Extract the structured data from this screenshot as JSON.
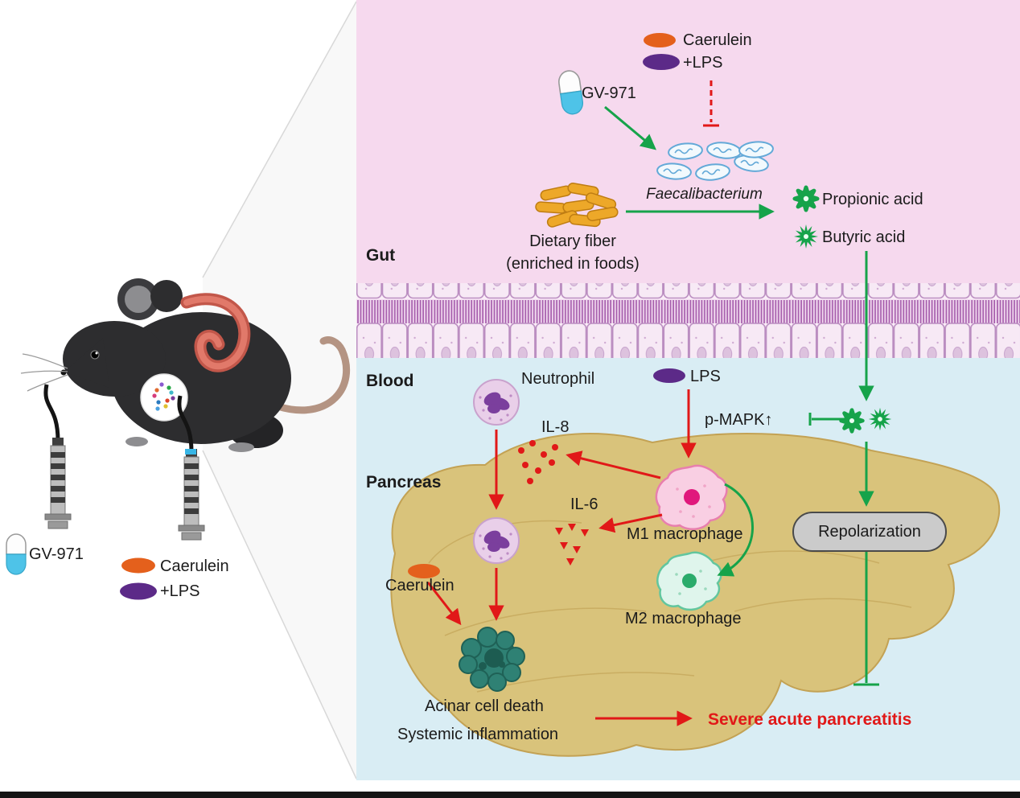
{
  "figure": {
    "left": {
      "gv971": "GV-971",
      "caerulein": "Caerulein",
      "lps": "+LPS"
    },
    "gut": {
      "section": "Gut",
      "caerulein": "Caerulein",
      "lps": "+LPS",
      "gv971": "GV-971",
      "faecalibacterium": "Faecalibacterium",
      "dietary_fiber_1": "Dietary fiber",
      "dietary_fiber_2": "(enriched in foods)",
      "propionic": "Propionic acid",
      "butyric": "Butyric acid"
    },
    "blood": {
      "section": "Blood",
      "neutrophil": "Neutrophil",
      "lps": "LPS",
      "p_mapk": "p-MAPK↑"
    },
    "pancreas": {
      "section": "Pancreas",
      "il8": "IL-8",
      "il6": "IL-6",
      "m1": "M1 macrophage",
      "m2": "M2 macrophage",
      "repolarization": "Repolarization",
      "caerulein": "Caerulein",
      "acinar": "Acinar cell death",
      "systemic": "Systemic inflammation",
      "outcome": "Severe acute pancreatitis"
    },
    "colors": {
      "gut_bg": "#f6d9ee",
      "blood_bg": "#d9edf4",
      "pancreas": "#d9c37b",
      "green": "#16a34a",
      "red": "#e11818",
      "orange": "#e4601c",
      "purple": "#5c2a88",
      "capsule_blue": "#4ec3e8"
    }
  }
}
